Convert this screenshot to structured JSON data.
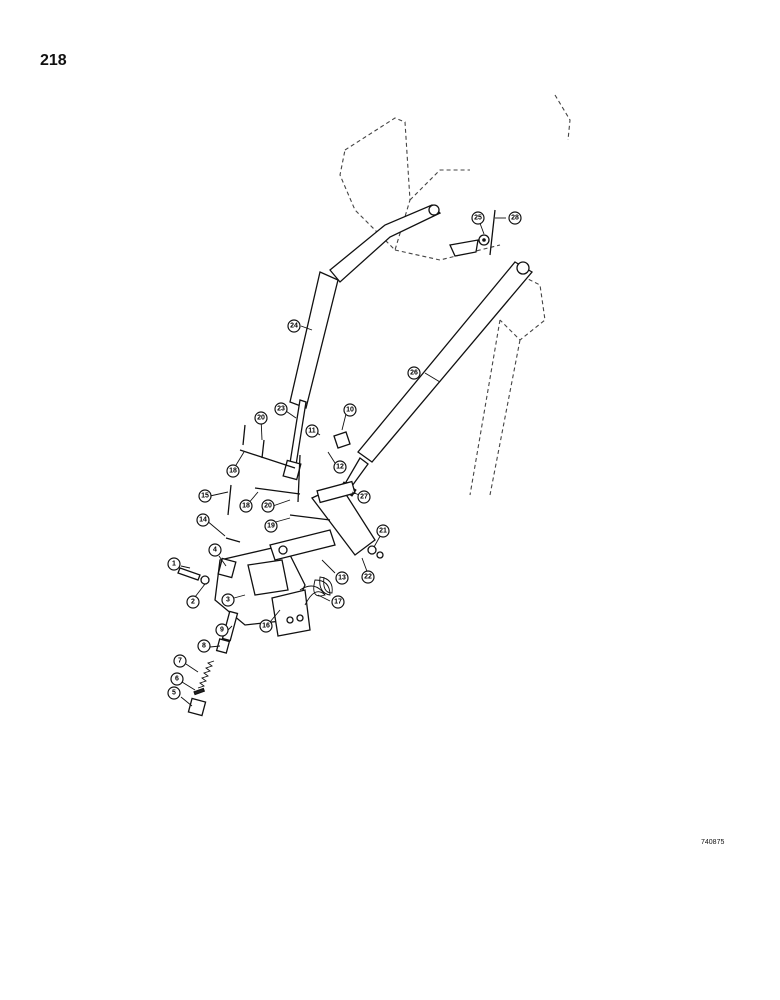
{
  "page_number": "218",
  "figure_id": "740875",
  "callouts": [
    "1",
    "2",
    "3",
    "4",
    "5",
    "6",
    "7",
    "8",
    "9",
    "10",
    "11",
    "12",
    "13",
    "14",
    "15",
    "16",
    "17",
    "18",
    "18",
    "19",
    "20",
    "20",
    "21",
    "22",
    "23",
    "24",
    "25",
    "26",
    "27",
    "28"
  ]
}
